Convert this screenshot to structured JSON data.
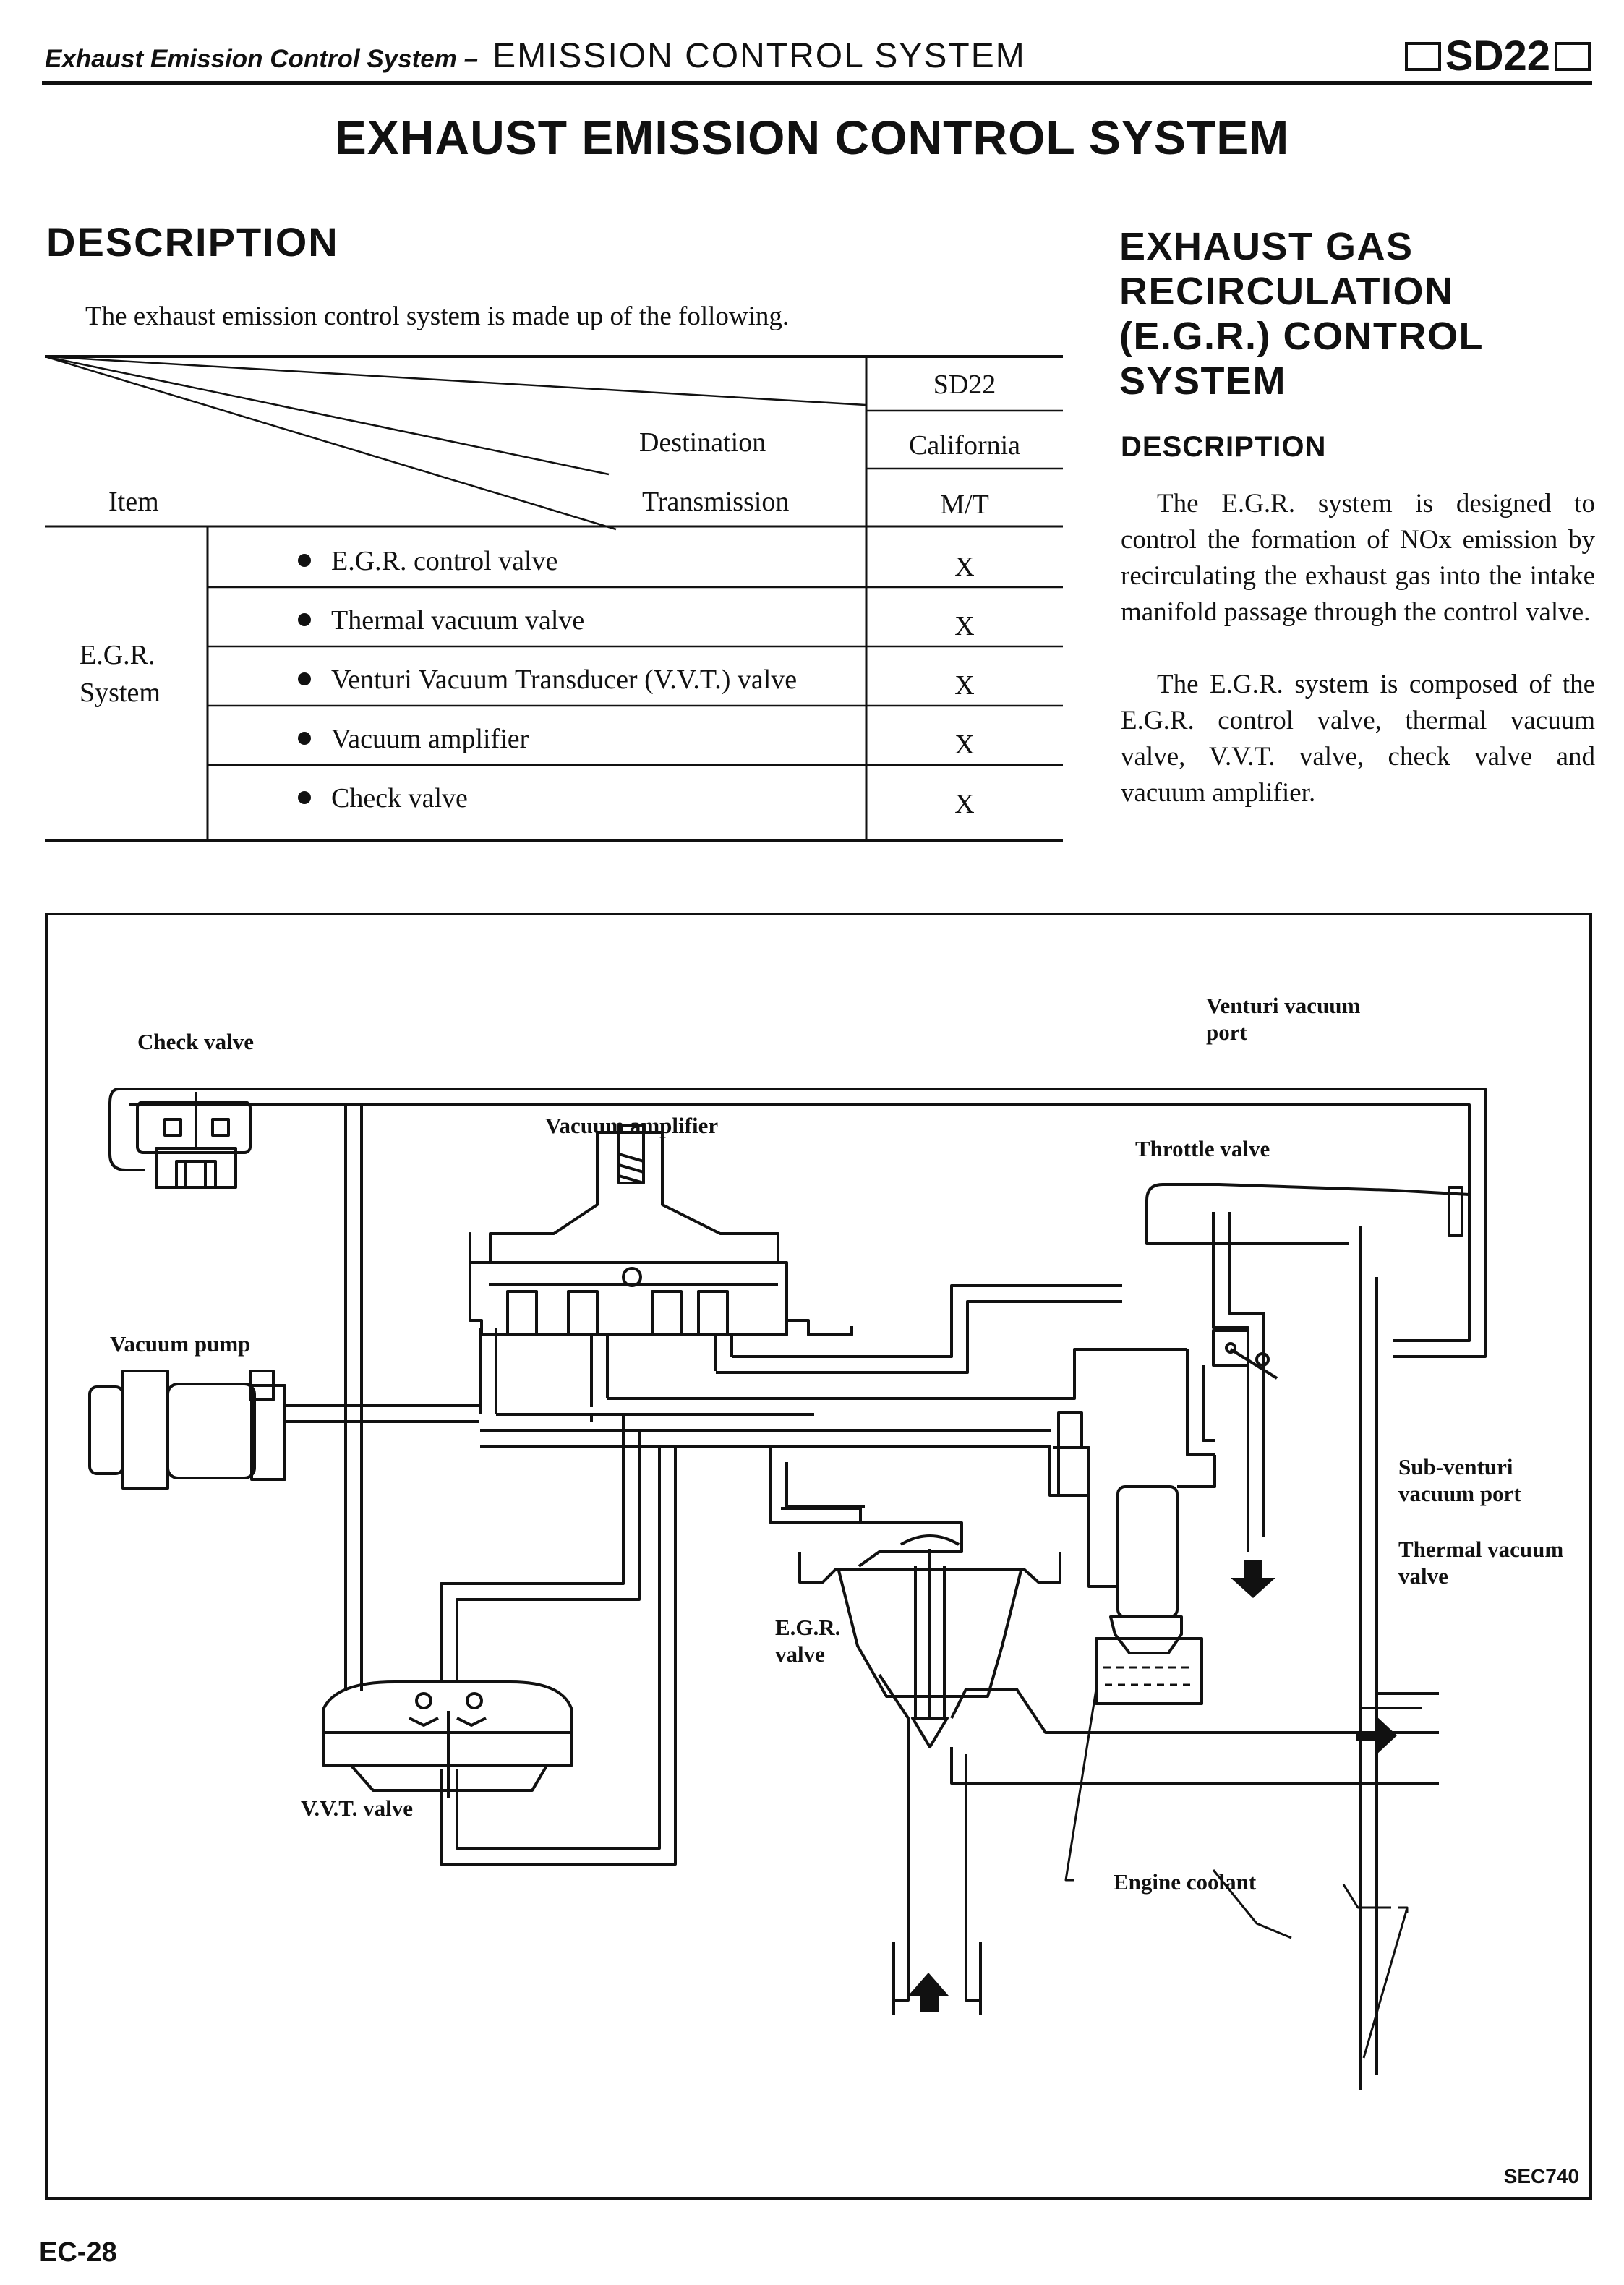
{
  "header": {
    "section_italic": "Exhaust Emission Control System –",
    "section": "EMISSION CONTROL SYSTEM",
    "model": "SD22"
  },
  "page_title": "EXHAUST EMISSION CONTROL SYSTEM",
  "left": {
    "heading": "DESCRIPTION",
    "intro": "The exhaust emission control system is made up of the following.",
    "table": {
      "model": "SD22",
      "destination_label": "Destination",
      "destination_value": "California",
      "transmission_label": "Transmission",
      "transmission_value": "M/T",
      "item_label": "Item",
      "group_line1": "E.G.R.",
      "group_line2": "System",
      "rows": [
        {
          "item": "E.G.R. control valve",
          "mark": "X"
        },
        {
          "item": "Thermal vacuum valve",
          "mark": "X"
        },
        {
          "item": "Venturi Vacuum Transducer (V.V.T.) valve",
          "mark": "X"
        },
        {
          "item": "Vacuum amplifier",
          "mark": "X"
        },
        {
          "item": "Check valve",
          "mark": "X"
        }
      ]
    }
  },
  "right": {
    "heading_lines": [
      "EXHAUST GAS",
      "RECIRCULATION",
      "(E.G.R.) CONTROL",
      "SYSTEM"
    ],
    "subheading": "DESCRIPTION",
    "paragraphs": [
      "The E.G.R. system is designed to control the formation of NOx emission by recirculating the exhaust gas into the intake manifold passage through the control valve.",
      "The E.G.R. system is composed of the E.G.R. control valve, thermal vacuum valve, V.V.T. valve, check valve and vacuum amplifier."
    ]
  },
  "diagram": {
    "labels": {
      "check_valve": "Check valve",
      "vacuum_amplifier": "Vacuum amplifier",
      "venturi_port_1": "Venturi vacuum",
      "venturi_port_2": "port",
      "throttle_valve": "Throttle valve",
      "vacuum_pump": "Vacuum pump",
      "sub_venturi_1": "Sub-venturi",
      "sub_venturi_2": "vacuum port",
      "thermal_1": "Thermal vacuum",
      "thermal_2": "valve",
      "egr_1": "E.G.R.",
      "egr_2": "valve",
      "vvt": "V.V.T. valve",
      "coolant": "Engine coolant"
    },
    "figure_code": "SEC740"
  },
  "page_number": "EC-28"
}
